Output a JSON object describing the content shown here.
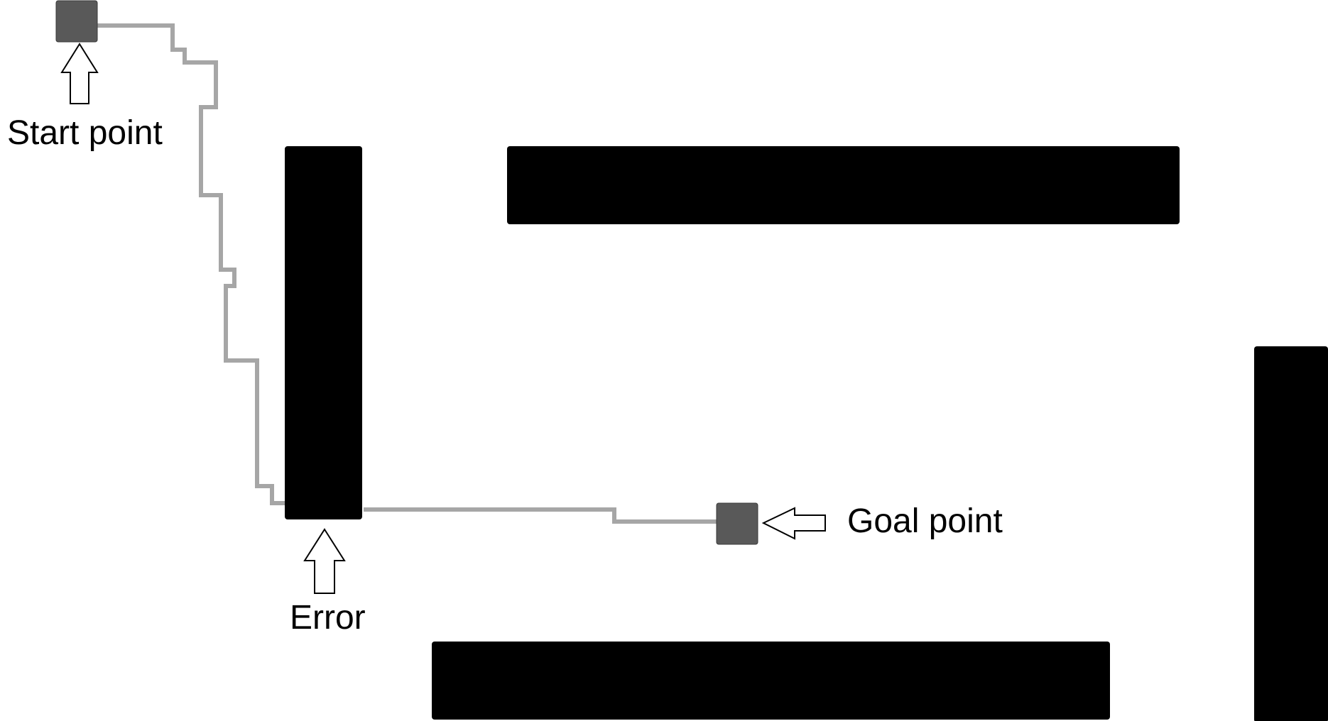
{
  "labels": {
    "start": "Start point",
    "goal": "Goal point",
    "error": "Error"
  },
  "colors": {
    "obstacle": "#000000",
    "marker": "#595959",
    "path": "#a6a6a6",
    "background": "#ffffff"
  },
  "icons": {
    "start_arrow": "arrow-up-icon",
    "error_arrow": "arrow-up-icon",
    "goal_arrow": "arrow-left-icon"
  }
}
